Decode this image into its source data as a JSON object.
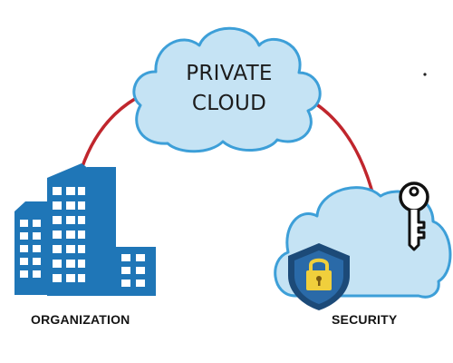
{
  "center": {
    "title_line1": "PRIVATE",
    "title_line2": "CLOUD",
    "icon": "cloud-icon"
  },
  "left": {
    "label": "ORGANIZATION",
    "icon": "office-buildings-icon"
  },
  "right": {
    "label": "SECURITY",
    "icons": [
      "cloud-icon",
      "shield-lock-icon",
      "key-icon"
    ]
  },
  "colors": {
    "cloud_fill": "#c5e3f4",
    "cloud_stroke": "#3d9fd8",
    "connector": "#c0262d",
    "building": "#1f76b7",
    "shield": "#1c4a78",
    "padlock": "#f0cf3c",
    "key_outline": "#111111"
  }
}
